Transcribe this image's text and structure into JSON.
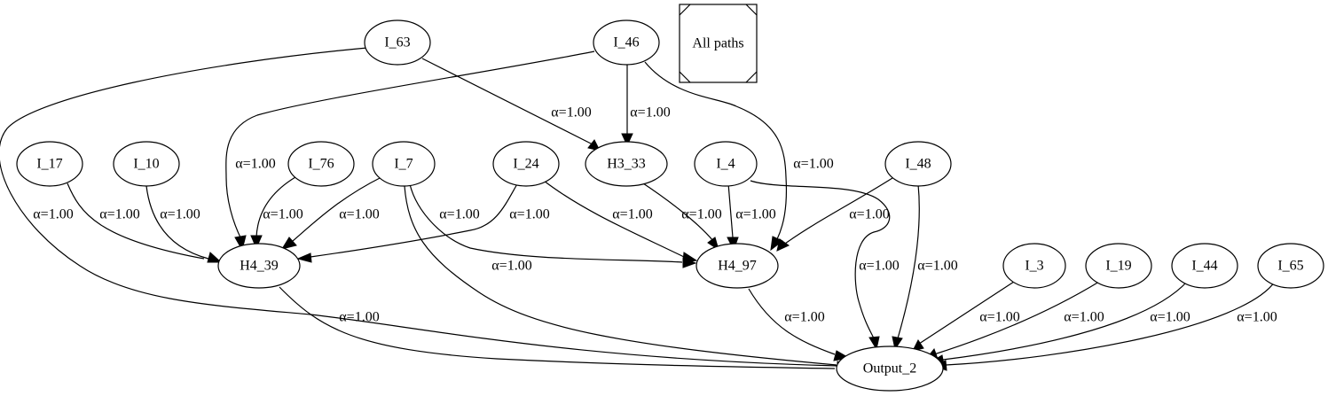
{
  "legend": {
    "label": "All paths"
  },
  "nodes": {
    "I_63": "I_63",
    "I_46": "I_46",
    "I_17": "I_17",
    "I_10": "I_10",
    "I_76": "I_76",
    "I_7": "I_7",
    "I_24": "I_24",
    "H3_33": "H3_33",
    "I_4": "I_4",
    "I_48": "I_48",
    "H4_39": "H4_39",
    "H4_97": "H4_97",
    "I_3": "I_3",
    "I_19": "I_19",
    "I_44": "I_44",
    "I_65": "I_65",
    "Output_2": "Output_2"
  },
  "edges": [
    {
      "from": "I_63",
      "to": "Output_2",
      "label": "α=1.00"
    },
    {
      "from": "I_63",
      "to": "H3_33",
      "label": "α=1.00"
    },
    {
      "from": "I_46",
      "to": "H3_33",
      "label": "α=1.00"
    },
    {
      "from": "I_46",
      "to": "H4_39",
      "label": "α=1.00"
    },
    {
      "from": "I_46",
      "to": "H4_97",
      "label": "α=1.00"
    },
    {
      "from": "I_17",
      "to": "H4_39",
      "label": "α=1.00"
    },
    {
      "from": "I_10",
      "to": "H4_39",
      "label": "α=1.00"
    },
    {
      "from": "I_76",
      "to": "H4_39",
      "label": "α=1.00"
    },
    {
      "from": "I_7",
      "to": "H4_39",
      "label": "α=1.00"
    },
    {
      "from": "I_7",
      "to": "H4_97",
      "label": "α=1.00"
    },
    {
      "from": "I_7",
      "to": "Output_2",
      "label": "α=1.00"
    },
    {
      "from": "I_24",
      "to": "H4_39",
      "label": "α=1.00"
    },
    {
      "from": "I_24",
      "to": "H4_97",
      "label": "α=1.00"
    },
    {
      "from": "H3_33",
      "to": "H4_97",
      "label": "α=1.00"
    },
    {
      "from": "I_4",
      "to": "H4_97",
      "label": "α=1.00"
    },
    {
      "from": "I_4",
      "to": "Output_2",
      "label": "α=1.00"
    },
    {
      "from": "I_48",
      "to": "H4_97",
      "label": "α=1.00"
    },
    {
      "from": "I_48",
      "to": "Output_2",
      "label": "α=1.00"
    },
    {
      "from": "H4_39",
      "to": "Output_2",
      "label": "α=1.00"
    },
    {
      "from": "H4_97",
      "to": "Output_2",
      "label": "α=1.00"
    },
    {
      "from": "I_3",
      "to": "Output_2",
      "label": "α=1.00"
    },
    {
      "from": "I_19",
      "to": "Output_2",
      "label": "α=1.00"
    },
    {
      "from": "I_44",
      "to": "Output_2",
      "label": "α=1.00"
    },
    {
      "from": "I_65",
      "to": "Output_2",
      "label": "α=1.00"
    }
  ]
}
